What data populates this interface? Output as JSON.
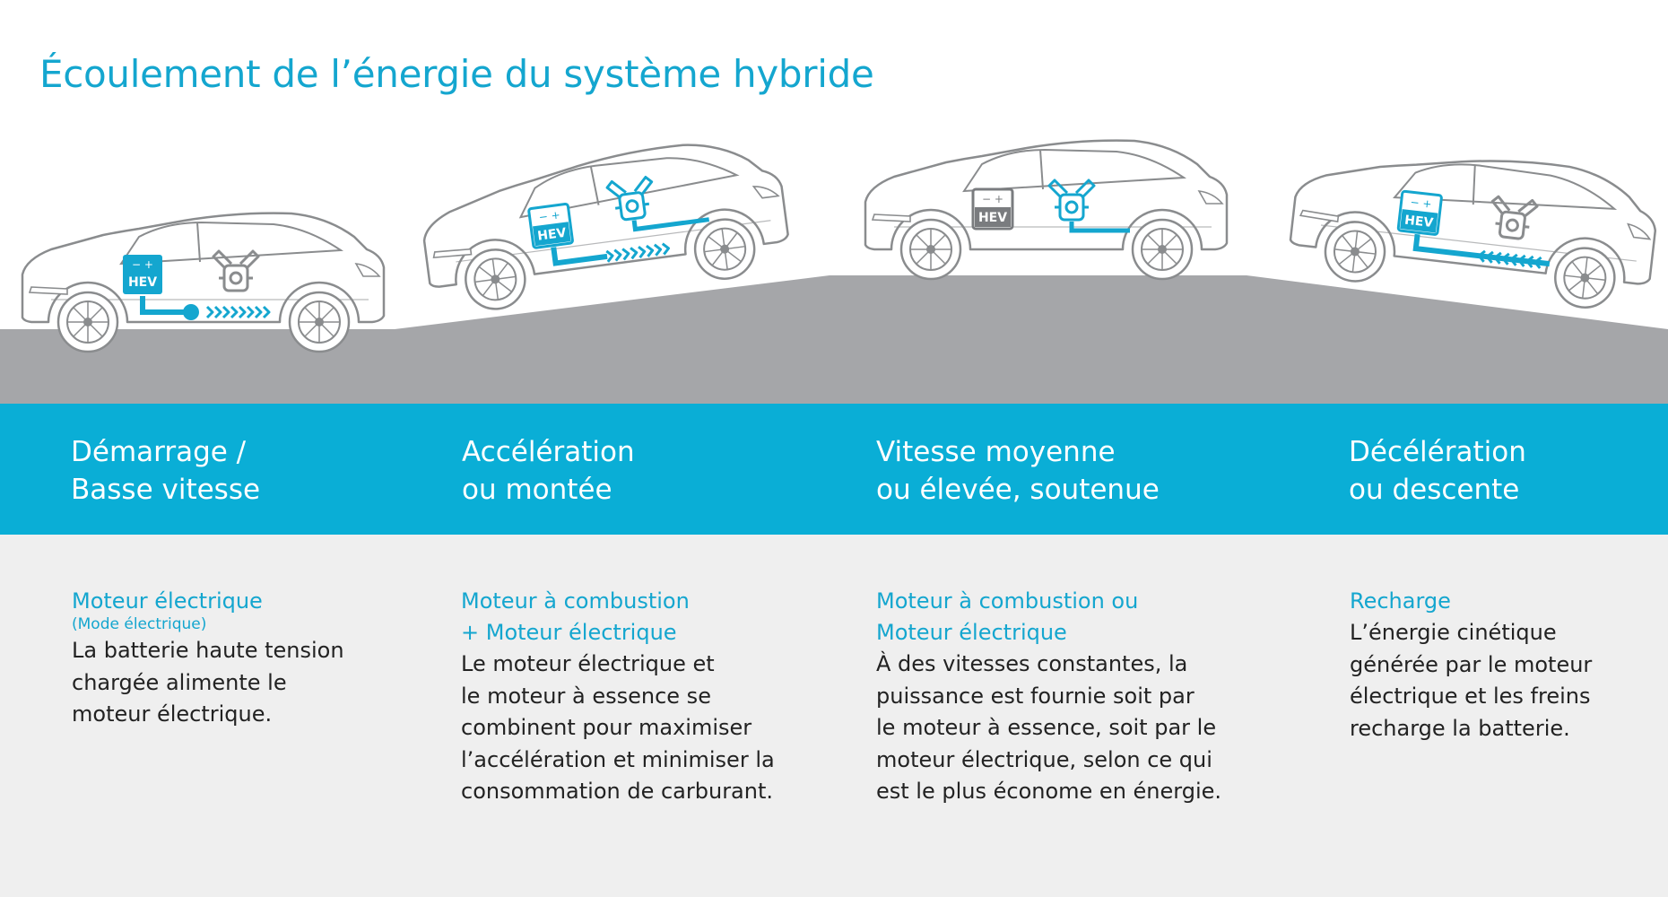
{
  "title": "Écoulement de l’énergie du système hybride",
  "colors": {
    "accent": "#14a6cf",
    "band": "#0aaed6",
    "road": "#a5a6a9",
    "panel": "#efefef",
    "car_outline": "#8a8c8e",
    "battery_inactive": "#7a7c7f"
  },
  "battery_label": "HEV",
  "battery_terminals": "− +",
  "stages": [
    {
      "heading": [
        "Démarrage /",
        "Basse vitesse"
      ],
      "mode": [
        "Moteur électrique"
      ],
      "mode_note": "(Mode électrique)",
      "description": [
        "La batterie haute tension",
        "chargée alimente le",
        "moteur électrique."
      ]
    },
    {
      "heading": [
        "Accélération",
        "ou montée"
      ],
      "mode": [
        "Moteur à combustion",
        "+ Moteur électrique"
      ],
      "description": [
        "Le moteur électrique et",
        "le moteur à essence se",
        "combinent pour maximiser",
        "l’accélération et minimiser la",
        "consommation de carburant."
      ]
    },
    {
      "heading": [
        "Vitesse moyenne",
        "ou élevée, soutenue"
      ],
      "mode": [
        "Moteur à combustion ou",
        "Moteur électrique"
      ],
      "description": [
        "À des vitesses constantes, la",
        "puissance est fournie soit par",
        "le moteur à essence, soit par le",
        "moteur électrique, selon ce qui",
        "est le plus économe en énergie."
      ]
    },
    {
      "heading": [
        "Décélération",
        "ou descente"
      ],
      "mode": [
        "Recharge"
      ],
      "description": [
        "L’énergie cinétique",
        "générée par le moteur",
        "électrique et les freins",
        "recharge la batterie."
      ]
    }
  ]
}
